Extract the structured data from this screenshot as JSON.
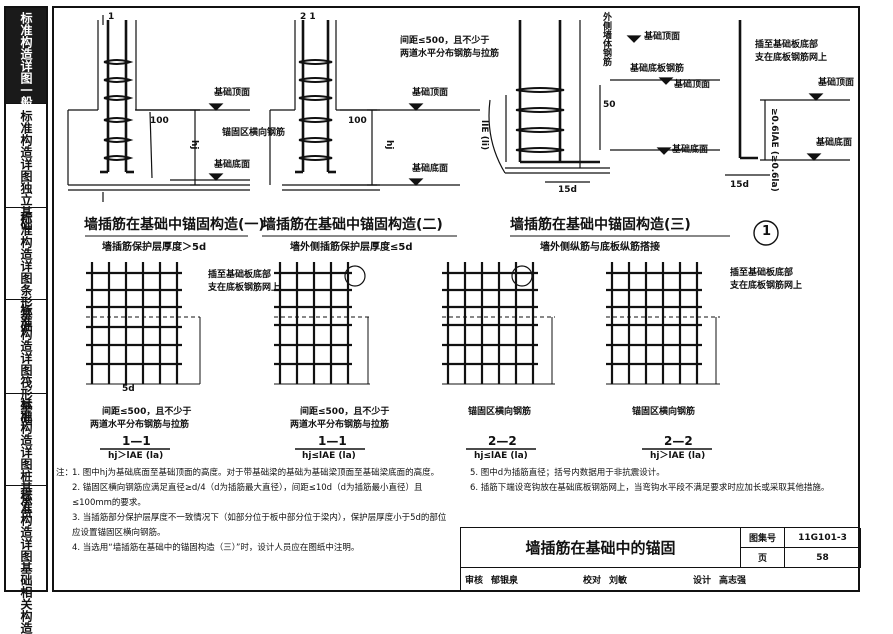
{
  "side_tabs": [
    {
      "label": "标准构造详图一般构造",
      "active": true
    },
    {
      "label": "标准构造详图独立基础",
      "active": false
    },
    {
      "label": "标准构造详图条形基础",
      "active": false
    },
    {
      "label": "标准构造详图筏形基础",
      "active": false
    },
    {
      "label": "标准构造详图桩基承台",
      "active": false
    },
    {
      "label": "标准构造详图基础相关构造",
      "active": false
    }
  ],
  "sections": {
    "one": {
      "title": "墙插筋在基础中锚固构造(一)",
      "subtitle": "墙插筋保护层厚度＞5d"
    },
    "two": {
      "title": "墙插筋在基础中锚固构造(二)",
      "subtitle": "墙外侧插筋保护层厚度≤5d"
    },
    "three": {
      "title": "墙插筋在基础中锚固构造(三)",
      "subtitle": "墙外侧纵筋与底板纵筋搭接"
    }
  },
  "labels": {
    "found_top": "基础顶面",
    "found_bottom": "基础底面",
    "found_top2": "基础顶面",
    "found_bottom_rebar": "基础底板钢筋",
    "anchor_rebar": "锚固区横向钢筋",
    "outer_rebar": "外侧墙体钢筋",
    "spacing_note_a": "间距≤500，且不少于",
    "spacing_note_b": "两道水平分布钢筋与拉筋",
    "insert_a": "插至基础板底部",
    "insert_b": "支在底板钢筋网上",
    "hj": "hj",
    "lle": "lIE (li)",
    "d15": "15d",
    "d15b": "15d",
    "d5": "5d",
    "dim_100": "100",
    "dim_50": "50",
    "ratio": "≥0.6lAE (≥0.6la)",
    "circle_num": "1",
    "sym1": "1",
    "sym21": "2 1"
  },
  "sub_labels": {
    "s11a": "1—1",
    "s11a_cond": "hj＞lAE (la)",
    "s11b": "1—1",
    "s11b_cond": "hj≤lAE (la)",
    "s22a": "2—2",
    "s22a_cond": "hj≤lAE (la)",
    "s22b": "2—2",
    "s22b_cond": "hj＞lAE (la)",
    "anchor1": "锚固区横向钢筋",
    "anchor2": "锚固区横向钢筋"
  },
  "notes": {
    "head": "注：",
    "n1": "1. 图中hj为基础底面至基础顶面的高度。对于带基础梁的基础为基础梁顶面至基础梁底面的高度。",
    "n2": "2. 锚固区横向钢筋应满足直径≥d/4（d为插筋最大直径），间距≤10d（d为插筋最小直径）且≤100mm的要求。",
    "n3": "3. 当插筋部分保护层厚度不一致情况下（如部分位于板中部分位于梁内），保护层厚度小于5d的部位应设置锚固区横向钢筋。",
    "n4": "4. 当选用“墙插筋在基础中的锚固构造（三）”时，设计人员应在图纸中注明。",
    "n5": "5. 图中d为插筋直径；括号内数据用于非抗震设计。",
    "n6": "6. 插筋下端设弯钩放在基础底板钢筋网上，当弯钩水平段不满足要求时应加长或采取其他措施。"
  },
  "title_block": {
    "title": "墙插筋在基础中的锚固",
    "atlas_key": "图集号",
    "atlas_val": "11G101-3",
    "page_key": "页",
    "page_val": "58",
    "review_key": "审核",
    "review_name": "郁银泉",
    "check_key": "校对",
    "check_name": "刘敏",
    "design_key": "设计",
    "design_name": "高志强"
  }
}
